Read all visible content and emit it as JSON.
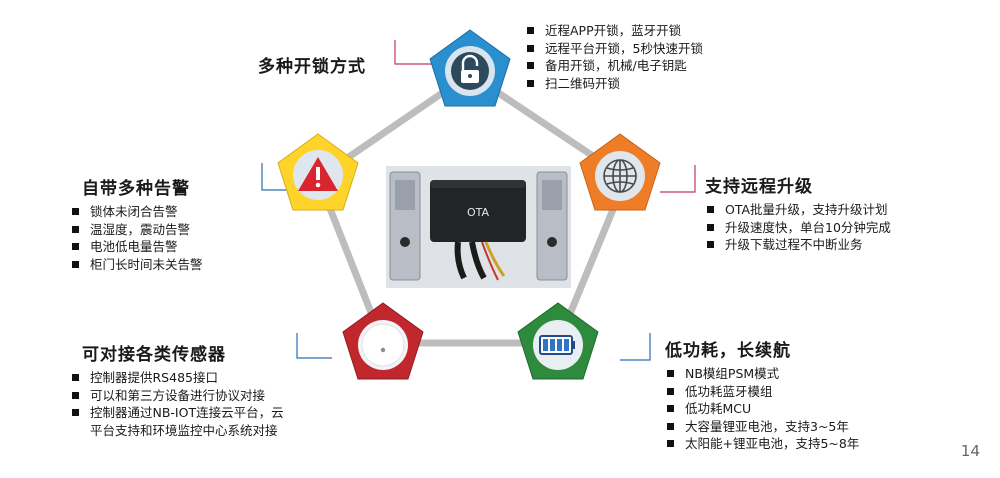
{
  "colors": {
    "ring": "#bdbdbd",
    "blue": "#2a8fcf",
    "yellow": "#ffd42a",
    "orange": "#ef7d27",
    "red": "#c0282e",
    "green": "#2e8b3e",
    "inner_light": "#d9e4ef"
  },
  "nodes": {
    "unlock": {
      "title": "多种开锁方式",
      "icon": "padlock-icon",
      "items": [
        "近程APP开锁，蓝牙开锁",
        "远程平台开锁，5秒快速开锁",
        "备用开锁，机械/电子钥匙",
        "扫二维码开锁"
      ]
    },
    "alarm": {
      "title": "自带多种告警",
      "icon": "warning-icon",
      "items": [
        "锁体未闭合告警",
        "温湿度，震动告警",
        "电池低电量告警",
        "柜门长时间未关告警"
      ]
    },
    "upgrade": {
      "title": "支持远程升级",
      "icon": "globe-icon",
      "items": [
        "OTA批量升级，支持升级计划",
        "升级速度快，单台10分钟完成",
        "升级下载过程不中断业务"
      ]
    },
    "sensor": {
      "title": "可对接各类传感器",
      "icon": "sensor-icon",
      "items": [
        "控制器提供RS485接口",
        "可以和第三方设备进行协议对接",
        "控制器通过NB-IOT连接云平台，云平台支持和环境监控中心系统对接"
      ]
    },
    "power": {
      "title": "低功耗，长续航",
      "icon": "battery-icon",
      "items": [
        "NB模组PSM模式",
        "低功耗蓝牙模组",
        "低功耗MCU",
        "大容量锂亚电池，支持3~5年",
        "太阳能+锂亚电池，支持5~8年"
      ]
    }
  },
  "device": {
    "label": "OTA"
  },
  "page_number": "14"
}
